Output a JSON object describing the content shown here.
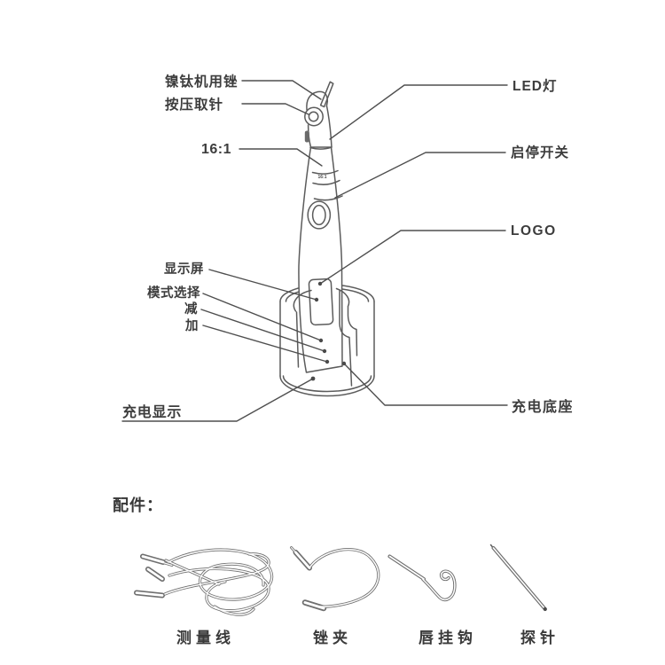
{
  "figure": {
    "device_labels": {
      "niti_file": "镍钛机用锉",
      "press_pick": "按压取针",
      "gear_ratio": "16:1",
      "led": "LED灯",
      "start_stop": "启停开关",
      "logo": "LOGO",
      "display": "显示屏",
      "mode_select": "模式选择",
      "decrease": "减",
      "increase": "加",
      "charge_indicator": "充电显示",
      "charging_base": "充电底座"
    },
    "device_marking": "16:1",
    "accessories": {
      "heading": "配件：",
      "items": [
        {
          "label": "测量线"
        },
        {
          "label": "锉夹"
        },
        {
          "label": "唇挂钩"
        },
        {
          "label": "探针"
        }
      ]
    },
    "colors": {
      "line": "#5c5c5c",
      "leader_line": "#4f4f4f",
      "text": "#3d3d3d",
      "background": "#ffffff"
    }
  }
}
